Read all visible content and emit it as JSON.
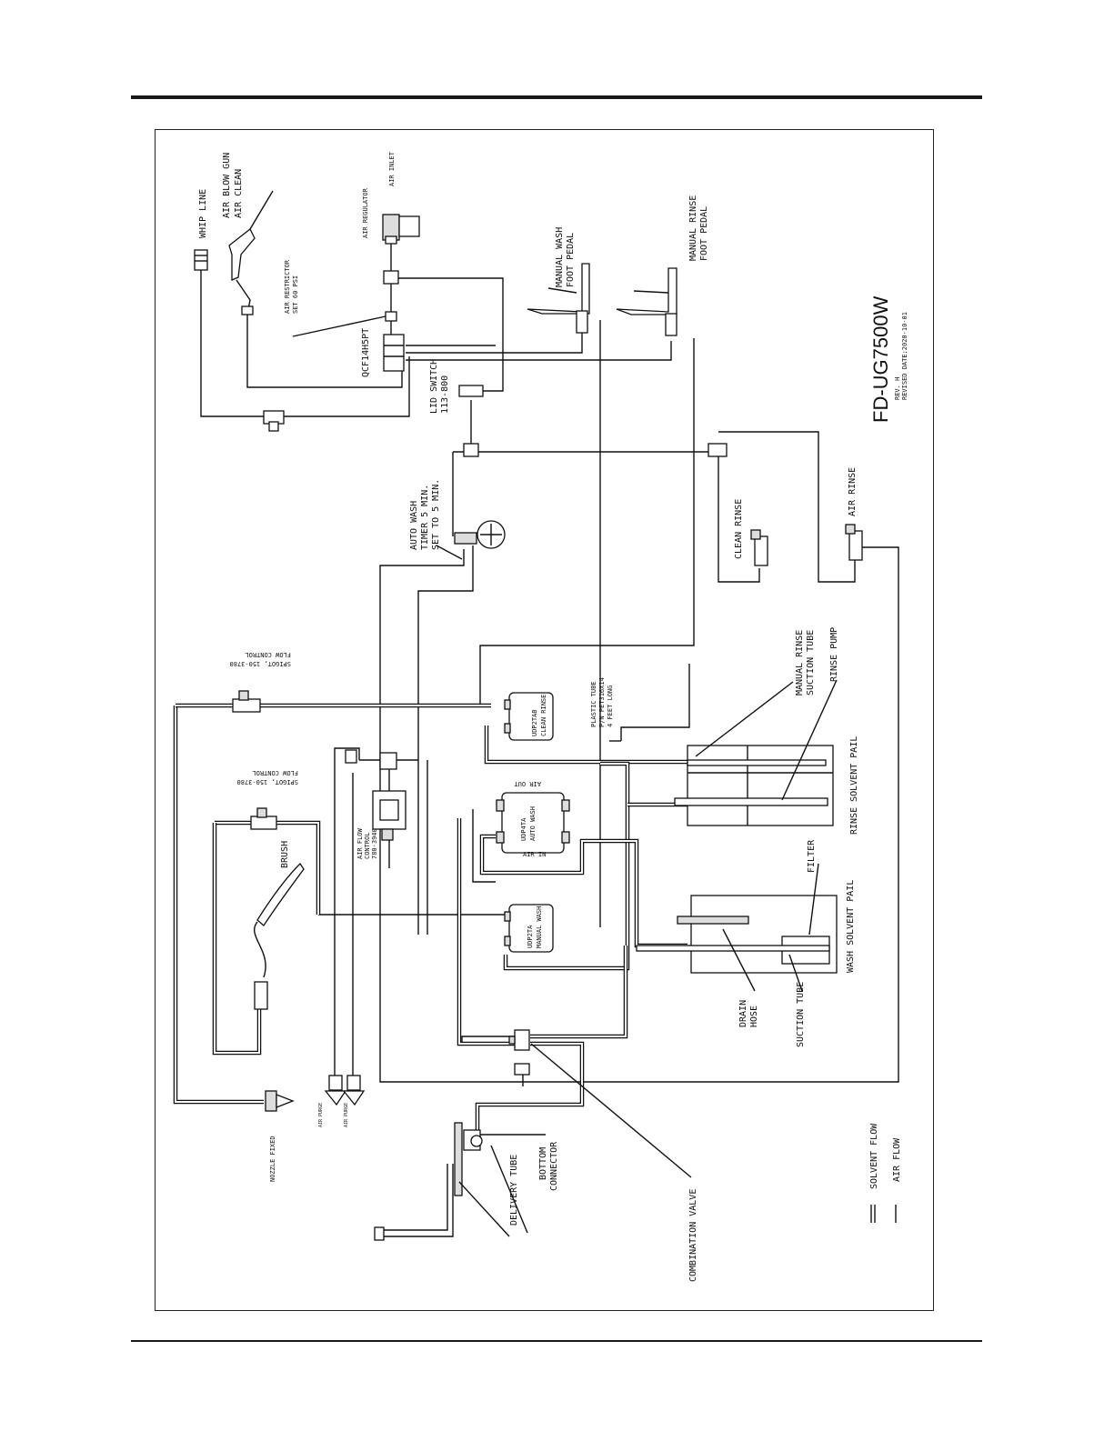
{
  "model": "FD-UG7500W",
  "revision": "REV. H",
  "revised_date": "REVISED DATE:2020-10-01",
  "labels": {
    "whip_line": "WHIP LINE",
    "air_blow_gun": "AIR BLOW GUN",
    "air_clean": "AIR CLEAN",
    "air_restrictor": "AIR RESTRICTOR",
    "set_60_psi": "SET 60 PSI",
    "air_regulator": "AIR REGULATOR",
    "air_inlet": "AIR INLET",
    "qcf": "QCF14H5PT",
    "lid_switch": "LID SWITCH",
    "lid_switch_pn": "113-800",
    "manual_wash_pedal_1": "MANUAL WASH",
    "manual_wash_pedal_2": "FOOT PEDAL",
    "manual_rinse_pedal_1": "MANUAL RINSE",
    "manual_rinse_pedal_2": "FOOT PEDAL",
    "auto_wash_1": "AUTO WASH",
    "auto_wash_2": "TIMER 5 MIN.",
    "auto_wash_3": "SET TO 5 MIN.",
    "clean_rinse": "CLEAN RINSE",
    "air_rinse": "AIR RINSE",
    "flow_control_top_1": "FLOW CONTROL",
    "flow_control_top_2": "SPIGOT, 150-3780",
    "flow_control_mid_1": "FLOW CONTROL",
    "flow_control_mid_2": "SPIGOT, 150-3780",
    "pump_clean_rinse_1": "UDP2TAB",
    "pump_clean_rinse_2": "CLEAN RINSE",
    "plastic_tube_1": "PLASTIC TUBE",
    "plastic_tube_2": "P/N PET316X14",
    "plastic_tube_3": "4 FEET LONG",
    "manual_rinse_suction_1": "MANUAL RINSE",
    "manual_rinse_suction_2": "SUCTION TUBE",
    "rinse_pump": "RINSE PUMP",
    "rinse_solvent_pail": "RINSE SOLVENT PAIL",
    "air_out": "AIR OUT",
    "air_in": "AIR IN",
    "pump_auto_wash_1": "UDP4TA",
    "pump_auto_wash_2": "AUTO WASH",
    "air_flow_control_1": "AIR FLOW",
    "air_flow_control_2": "CONTROL",
    "air_flow_control_3": "780-3940",
    "brush": "BRUSH",
    "pump_manual_wash_1": "UDP2TA",
    "pump_manual_wash_2": "MANUAL WASH",
    "filter": "FILTER",
    "wash_solvent_pail": "WASH SOLVENT PAIL",
    "drain_hose_1": "DRAIN",
    "drain_hose_2": "HOSE",
    "suction_tube": "SUCTION TUBE",
    "nozzle_fixed": "NOZZLE FIXED",
    "air_purge_1": "AIR PURGE",
    "air_purge_2": "AIR PURGE",
    "delivery_tube": "DELIVERY TUBE",
    "bottom_connector_1": "BOTTOM",
    "bottom_connector_2": "CONNECTOR",
    "combination_valve": "COMBINATION VALVE"
  },
  "legend": {
    "solvent_flow": "SOLVENT FLOW",
    "air_flow": "AIR FLOW"
  }
}
